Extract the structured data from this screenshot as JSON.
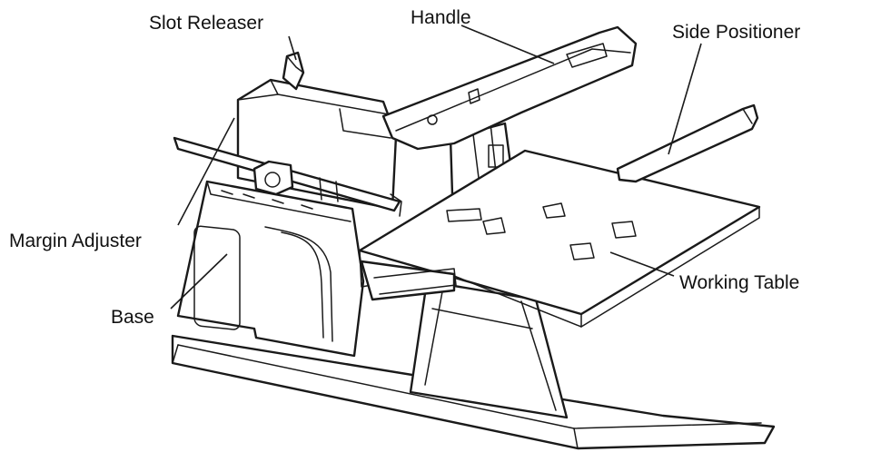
{
  "labels": {
    "slot_releaser": "Slot Releaser",
    "handle": "Handle",
    "side_positioner": "Side Positioner",
    "margin_adjuster": "Margin Adjuster",
    "base": "Base",
    "working_table": "Working Table"
  }
}
